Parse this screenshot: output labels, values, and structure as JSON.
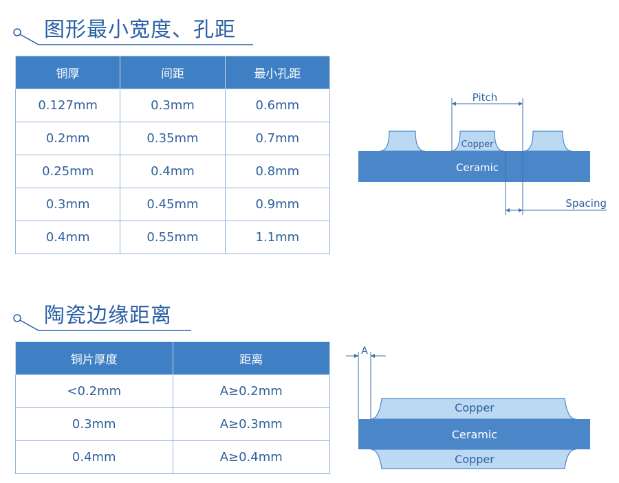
{
  "section1": {
    "title": "图形最小宽度、孔距",
    "headers": [
      "铜厚",
      "间距",
      "最小孔距"
    ],
    "rows": [
      [
        "0.127mm",
        "0.3mm",
        "0.6mm"
      ],
      [
        "0.2mm",
        "0.35mm",
        "0.7mm"
      ],
      [
        "0.25mm",
        "0.4mm",
        "0.8mm"
      ],
      [
        "0.3mm",
        "0.45mm",
        "0.9mm"
      ],
      [
        "0.4mm",
        "0.55mm",
        "1.1mm"
      ]
    ],
    "diagram": {
      "pitch_label": "Pitch",
      "copper_label": "Copper",
      "ceramic_label": "Ceramic",
      "spacing_label": "Spacing"
    }
  },
  "section2": {
    "title": "陶瓷边缘距离",
    "headers": [
      "铜片厚度",
      "距离"
    ],
    "rows": [
      [
        "<0.2mm",
        "A≥0.2mm"
      ],
      [
        "0.3mm",
        "A≥0.3mm"
      ],
      [
        "0.4mm",
        "A≥0.4mm"
      ]
    ],
    "diagram": {
      "a_label": "A",
      "copper_top_label": "Copper",
      "ceramic_label": "Ceramic",
      "copper_bottom_label": "Copper"
    }
  },
  "colors": {
    "accent": "#3f7fc4",
    "title": "#2a5fa5",
    "ceramic": "#4a86c8",
    "copper": "#bcd9f3"
  }
}
